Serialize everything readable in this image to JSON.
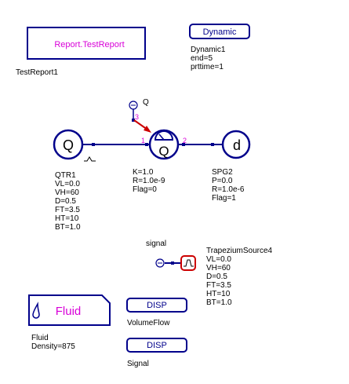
{
  "report": {
    "text": "Report.TestReport",
    "name": "TestReport1"
  },
  "dynamic": {
    "button": "Dynamic",
    "params": [
      "Dynamic1",
      "end=5",
      "prttime=1"
    ]
  },
  "q_sensor": {
    "label": "Q"
  },
  "qtr": {
    "symbol": "Q",
    "params": [
      "QTR1",
      "VL=0.0",
      "VH=60",
      "D=0.5",
      "FT=3.5",
      "HT=10",
      "BT=1.0"
    ]
  },
  "valve": {
    "symbol": "Q",
    "params": [
      "K=1.0",
      "R=1.0e-9",
      "Flag=0"
    ],
    "ports": {
      "p1": "1",
      "p2": "2",
      "p3": "3"
    }
  },
  "spg": {
    "symbol": "d",
    "params": [
      "SPG2",
      "P=0.0",
      "R=1.0e-6",
      "Flag=1"
    ]
  },
  "signal": {
    "label": "signal"
  },
  "trapezium": {
    "params": [
      "TrapeziumSource4",
      "VL=0.0",
      "VH=60",
      "D=0.5",
      "FT=3.5",
      "HT=10",
      "BT=1.0"
    ]
  },
  "fluid": {
    "text": "Fluid",
    "params": [
      "Fluid",
      "Density=875"
    ]
  },
  "disp1": {
    "button": "DISP",
    "label": "VolumeFlow"
  },
  "disp2": {
    "button": "DISP",
    "label": "Signal"
  },
  "colors": {
    "line": "#00008b",
    "magenta": "#d800d8",
    "red": "#cc0000"
  }
}
